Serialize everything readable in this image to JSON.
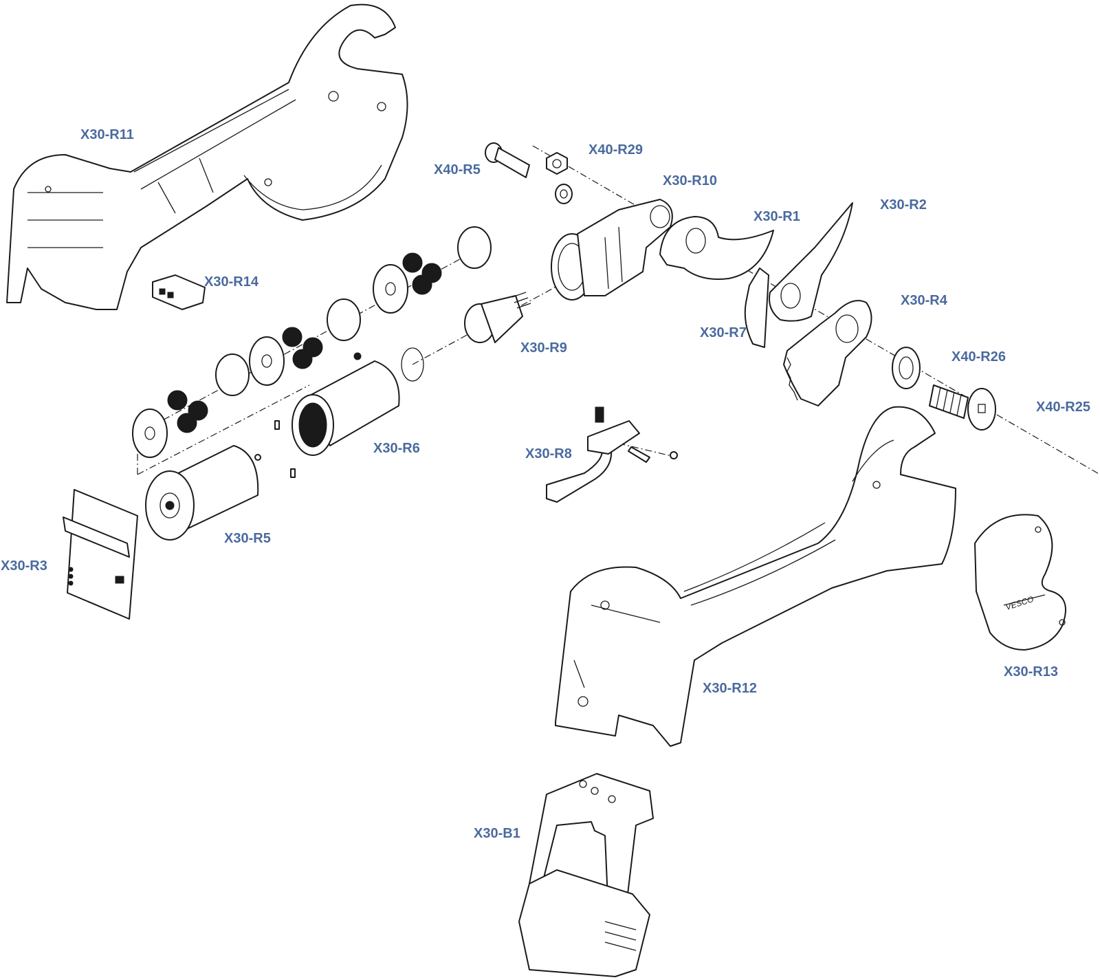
{
  "diagram": {
    "label_color": "#4a6a9e",
    "line_color": "#1a1a1a",
    "labels": {
      "x30_r11": "X30-R11",
      "x30_r14": "X30-R14",
      "x40_r5": "X40-R5",
      "x40_r29": "X40-R29",
      "x30_r10": "X30-R10",
      "x30_r1": "X30-R1",
      "x30_r2": "X30-R2",
      "x30_r4": "X30-R4",
      "x30_r7": "X30-R7",
      "x30_r9": "X30-R9",
      "x40_r26": "X40-R26",
      "x40_r25": "X40-R25",
      "x30_r6": "X30-R6",
      "x30_r8": "X30-R8",
      "x30_r5": "X30-R5",
      "x30_r3": "X30-R3",
      "x30_r12": "X30-R12",
      "x30_r13": "X30-R13",
      "x30_b1": "X30-B1"
    },
    "logo_text": "VESCO"
  }
}
